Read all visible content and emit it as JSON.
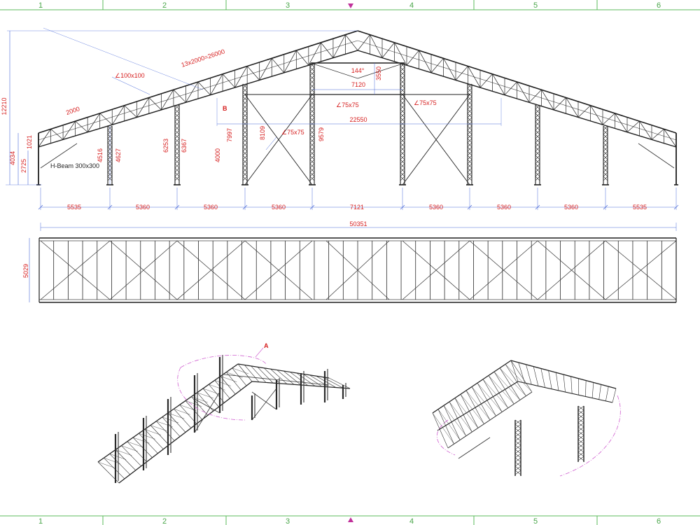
{
  "frame": {
    "columns_top": [
      "1",
      "2",
      "3",
      "4",
      "5",
      "6"
    ],
    "columns_bottom": [
      "1",
      "2",
      "3",
      "4",
      "5",
      "6"
    ]
  },
  "elevation": {
    "bay_dims": [
      "5535",
      "5360",
      "5360",
      "5360",
      "7121",
      "5360",
      "5360",
      "5360",
      "5535"
    ],
    "total_length": "50351",
    "overall_height": "12210",
    "chord_note": "13x2000=26000",
    "panel_dim": "2000",
    "angle_note": "144°",
    "dim_3550": "3550",
    "dim_7120": "7120",
    "dim_22550": "22550",
    "col_heights": [
      "4034",
      "2725",
      "1021",
      "4516",
      "4627",
      "6253",
      "6367",
      "7997",
      "8109",
      "4000",
      "9579"
    ],
    "profiles": {
      "top_chord": "∠100x100",
      "web_a": "∠75x75",
      "web_b": "∠75x75",
      "web_c": "∠75x75"
    },
    "column_note": "H-Beam 300x300",
    "callout_b": "B"
  },
  "plan": {
    "width_dim": "5029"
  },
  "iso": {
    "callout_a": "A"
  }
}
